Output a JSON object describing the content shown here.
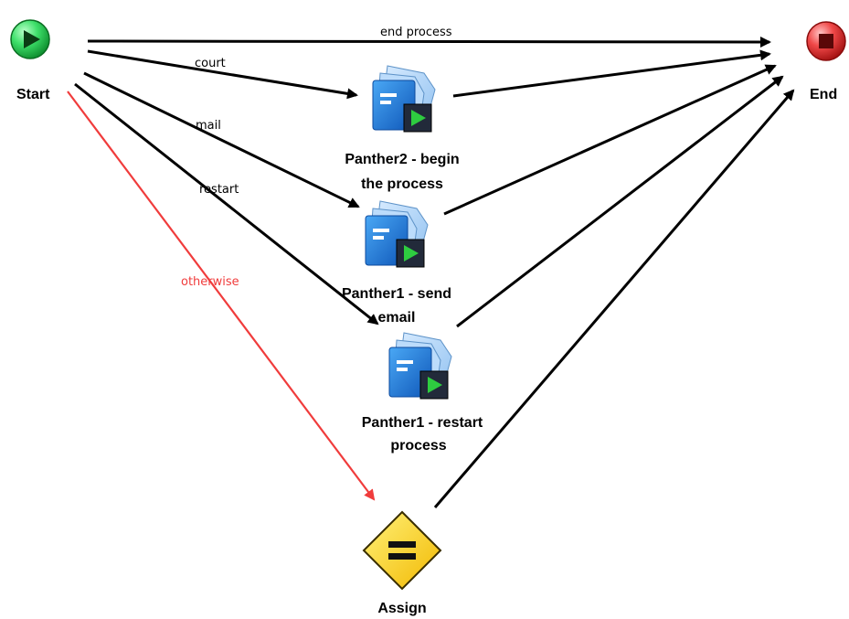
{
  "diagram": {
    "nodes": {
      "start": {
        "label": "Start",
        "kind": "start-event",
        "color": "#2ecc40"
      },
      "end": {
        "label": "End",
        "kind": "end-event",
        "color": "#e53935"
      },
      "task_begin": {
        "label_line1": "Panther2 - begin",
        "label_line2": "the process",
        "kind": "subprocess"
      },
      "task_email": {
        "label_line1": "Panther1 - send",
        "label_line2": "email",
        "kind": "subprocess"
      },
      "task_restart": {
        "label_line1": "Panther1 - restart",
        "label_line2": "process",
        "kind": "subprocess"
      },
      "assign": {
        "label": "Assign",
        "kind": "assign-gateway",
        "color": "#f5c800"
      }
    },
    "edges": {
      "end_process": "end process",
      "court": "court",
      "mail": "mail",
      "restart": "restart",
      "otherwise": "otherwise"
    },
    "colors": {
      "edge": "#000000",
      "default_edge": "#f03c3c",
      "icon_blue": "#1e6fd0",
      "icon_play": "#2ecc40"
    }
  }
}
